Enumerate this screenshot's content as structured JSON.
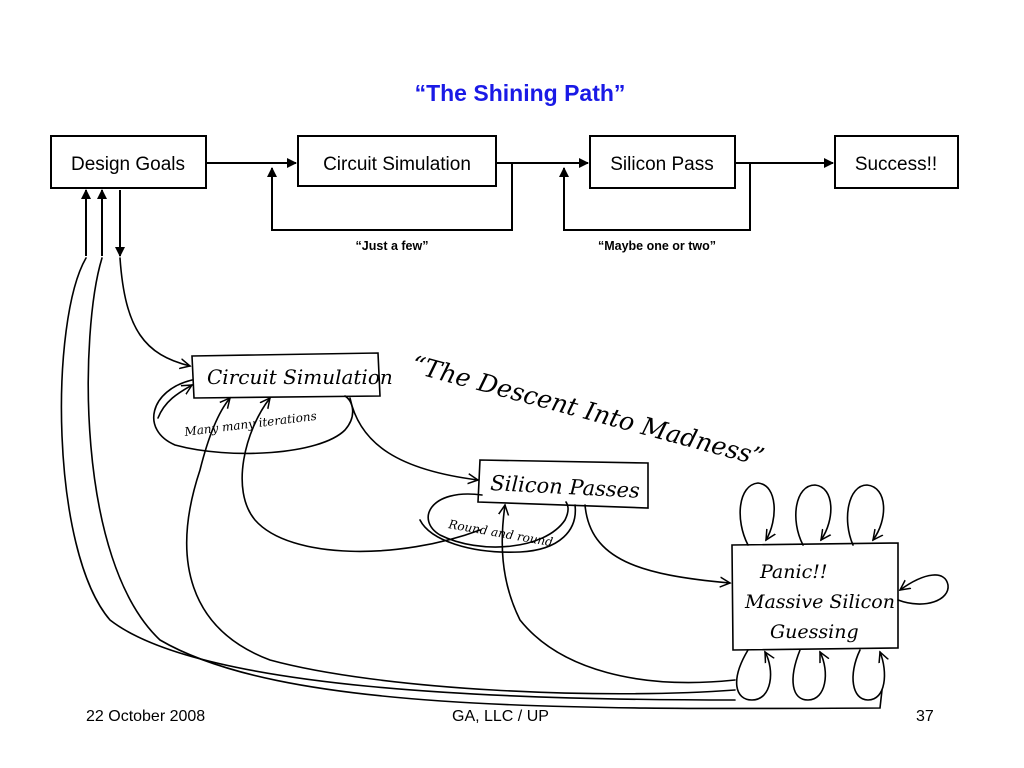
{
  "slide": {
    "title": "“The Shining Path”",
    "title_color": "#1a1ae6",
    "footer": {
      "date": "22 October 2008",
      "organization": "GA, LLC / UP",
      "page_number": "37"
    }
  },
  "shining_path": {
    "boxes": {
      "design_goals": "Design Goals",
      "circuit_simulation": "Circuit Simulation",
      "silicon_pass": "Silicon Pass",
      "success": "Success!!"
    },
    "loop_labels": {
      "circuit_loop": "“Just a few”",
      "silicon_loop": "“Maybe one or two”"
    }
  },
  "descent": {
    "title": "“The Descent Into Madness”",
    "boxes": {
      "circuit_simulation": "Circuit Simulation",
      "silicon_passes": "Silicon Passes",
      "panic_line1": "Panic!!",
      "panic_line2": "Massive Silicon",
      "panic_line3": "Guessing"
    },
    "loop_labels": {
      "circuit_loop": "Many many iterations",
      "silicon_loop": "Round and round"
    }
  }
}
